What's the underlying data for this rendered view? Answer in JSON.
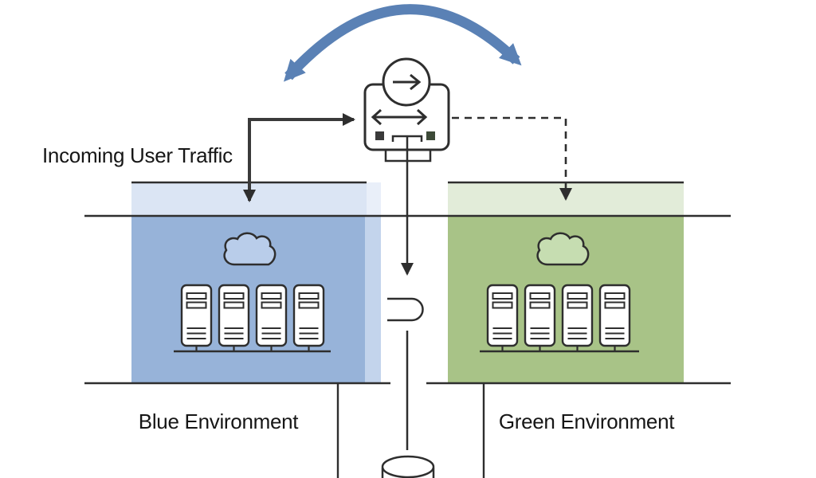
{
  "diagram": {
    "type": "blue-green-deployment",
    "labels": {
      "incoming_traffic": "Incoming User Traffic",
      "blue_env": "Blue Environment",
      "green_env": "Green Environment"
    },
    "environments": [
      {
        "id": "blue",
        "label": "Blue Environment",
        "server_count": 4,
        "fill": "#97b3d9",
        "band_fill": "#dbe5f4",
        "edge_strip_fill": "#c3d4ec",
        "band_strip_fill": "#e9eff9",
        "cloud_fill": "#b9cdea",
        "traffic_link": "solid-active"
      },
      {
        "id": "green",
        "label": "Green Environment",
        "server_count": 4,
        "fill": "#a8c387",
        "band_fill": "#e2ecd9",
        "edge_strip_fill": "#a8c387",
        "band_strip_fill": "#e2ecd9",
        "cloud_fill": "#c6ddb1",
        "traffic_link": "dashed-standby"
      }
    ],
    "colors": {
      "swap_arrow": "#5a81b5",
      "line": "#2e2e2e",
      "background": "#ffffff",
      "server_fill": "#ffffff"
    },
    "icons": [
      "swap-curved-arrow-icon",
      "router-icon",
      "cloud-icon",
      "server-icon",
      "connector-capsule-icon",
      "database-icon"
    ]
  }
}
